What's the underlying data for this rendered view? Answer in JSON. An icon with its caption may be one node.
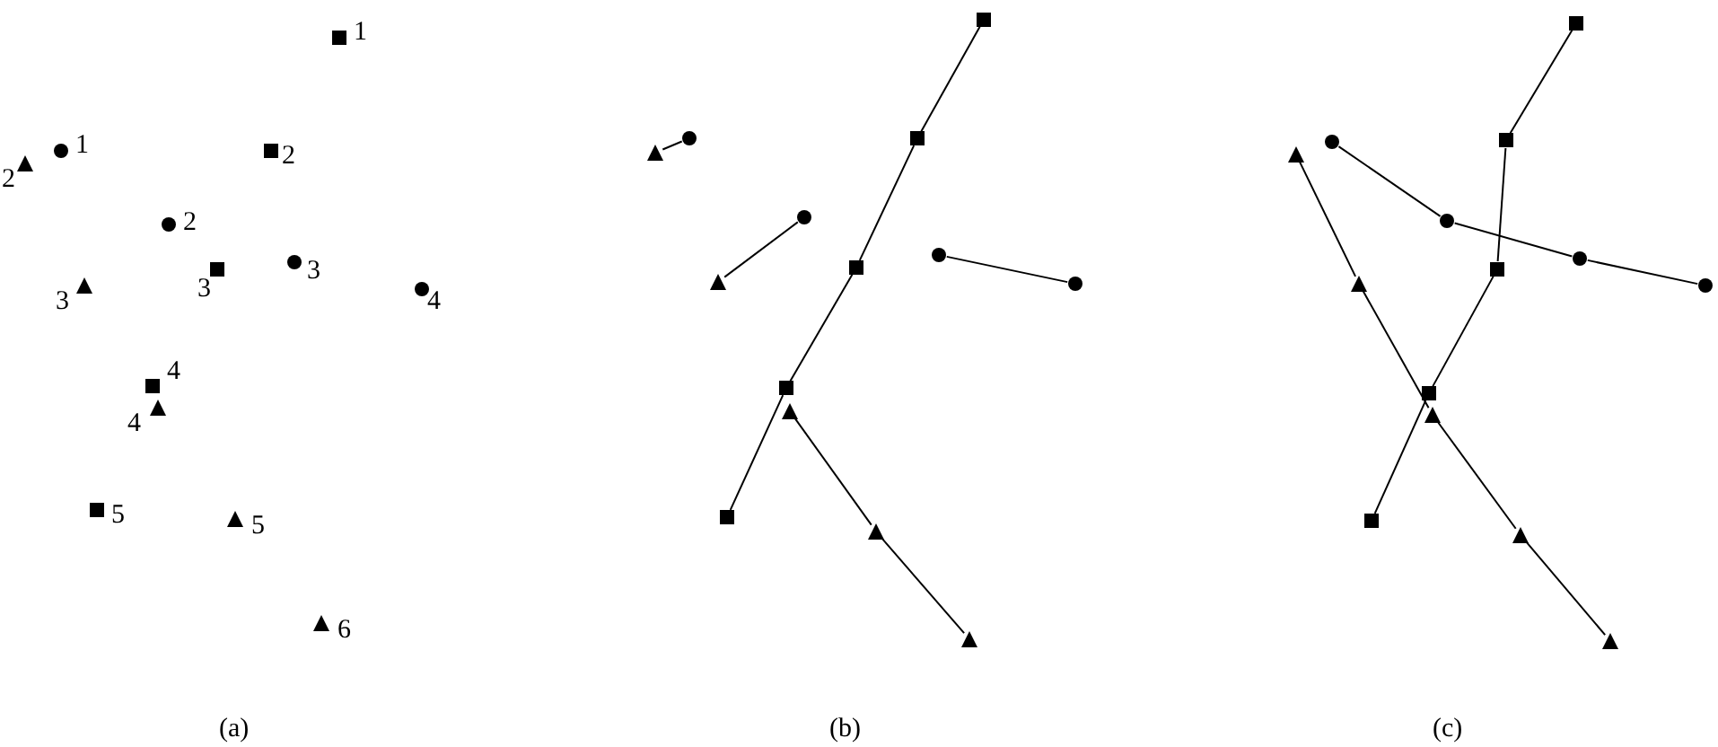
{
  "diagram": {
    "nodes": [
      {
        "text": [],
        "shape": "box",
        "beside": [
          "1"
        ]
      },
      {
        "text": [],
        "shape": "circle",
        "beside": [
          "1"
        ]
      },
      {
        "text": [],
        "shape": "box",
        "beside": [
          "2"
        ]
      },
      {
        "text": [],
        "shape": "triangle",
        "beside": [
          "2"
        ]
      },
      {
        "text": [],
        "shape": "circle",
        "beside": [
          "2"
        ]
      },
      {
        "text": [],
        "shape": "circle",
        "beside": [
          "3"
        ]
      },
      {
        "text": [],
        "shape": "box",
        "beside": [
          "3"
        ]
      },
      {
        "text": [],
        "shape": "triangle",
        "beside": [
          "3"
        ]
      },
      {
        "text": [],
        "shape": "circle",
        "beside": [
          "4"
        ]
      },
      {
        "text": [],
        "shape": "box",
        "beside": [
          "4"
        ]
      },
      {
        "text": [],
        "shape": "triangle",
        "beside": [
          "4"
        ]
      },
      {
        "text": [],
        "shape": "box",
        "beside": [
          "5"
        ]
      },
      {
        "text": [],
        "shape": "triangle",
        "beside": [
          "5"
        ]
      },
      {
        "text": [],
        "shape": "triangle",
        "beside": [
          "6"
        ]
      },
      {
        "text": [],
        "shape": "box"
      },
      {
        "text": [],
        "shape": "box"
      },
      {
        "text": [],
        "shape": "circle"
      },
      {
        "text": [],
        "shape": "triangle"
      },
      {
        "text": [],
        "shape": "circle"
      },
      {
        "text": [],
        "shape": "circle"
      },
      {
        "text": [],
        "shape": "box"
      },
      {
        "text": [],
        "shape": "triangle"
      },
      {
        "text": [],
        "shape": "circle"
      },
      {
        "text": [],
        "shape": "box"
      },
      {
        "text": [],
        "shape": "triangle"
      },
      {
        "text": [],
        "shape": "box"
      },
      {
        "text": [],
        "shape": "triangle"
      },
      {
        "text": [],
        "shape": "triangle"
      },
      {
        "text": [],
        "shape": "box"
      },
      {
        "text": [],
        "shape": "box"
      },
      {
        "text": [],
        "shape": "circle"
      },
      {
        "text": [],
        "shape": "triangle"
      },
      {
        "text": [],
        "shape": "circle"
      },
      {
        "text": [],
        "shape": "circle"
      },
      {
        "text": [],
        "shape": "box"
      },
      {
        "text": [],
        "shape": "triangle"
      },
      {
        "text": [],
        "shape": "circle"
      },
      {
        "text": [],
        "shape": "box"
      },
      {
        "text": [],
        "shape": "triangle"
      },
      {
        "text": [],
        "shape": "box"
      },
      {
        "text": [],
        "shape": "triangle"
      },
      {
        "text": [],
        "shape": "triangle"
      }
    ],
    "edges": [
      {
        "from": 14,
        "to": 15,
        "arrow": "none"
      },
      {
        "from": 15,
        "to": 20,
        "arrow": "none"
      },
      {
        "from": 20,
        "to": 23,
        "arrow": "none"
      },
      {
        "from": 23,
        "to": 25,
        "arrow": "none"
      },
      {
        "from": 17,
        "to": 16,
        "arrow": "none"
      },
      {
        "from": 21,
        "to": 18,
        "arrow": "none"
      },
      {
        "from": 19,
        "to": 22,
        "arrow": "none"
      },
      {
        "from": 24,
        "to": 26,
        "arrow": "none"
      },
      {
        "from": 26,
        "to": 27,
        "arrow": "none"
      },
      {
        "from": 28,
        "to": 29,
        "arrow": "none"
      },
      {
        "from": 29,
        "to": 34,
        "arrow": "none"
      },
      {
        "from": 34,
        "to": 37,
        "arrow": "none"
      },
      {
        "from": 37,
        "to": 39,
        "arrow": "none"
      },
      {
        "from": 30,
        "to": 32,
        "arrow": "none"
      },
      {
        "from": 32,
        "to": 33,
        "arrow": "none"
      },
      {
        "from": 33,
        "to": 36,
        "arrow": "none"
      },
      {
        "from": 31,
        "to": 35,
        "arrow": "none"
      },
      {
        "from": 35,
        "to": 38,
        "arrow": "none"
      },
      {
        "from": 38,
        "to": 40,
        "arrow": "none"
      },
      {
        "from": 40,
        "to": 41,
        "arrow": "none"
      }
    ],
    "labels": [
      "(a)",
      "(b)",
      "(c)"
    ]
  }
}
